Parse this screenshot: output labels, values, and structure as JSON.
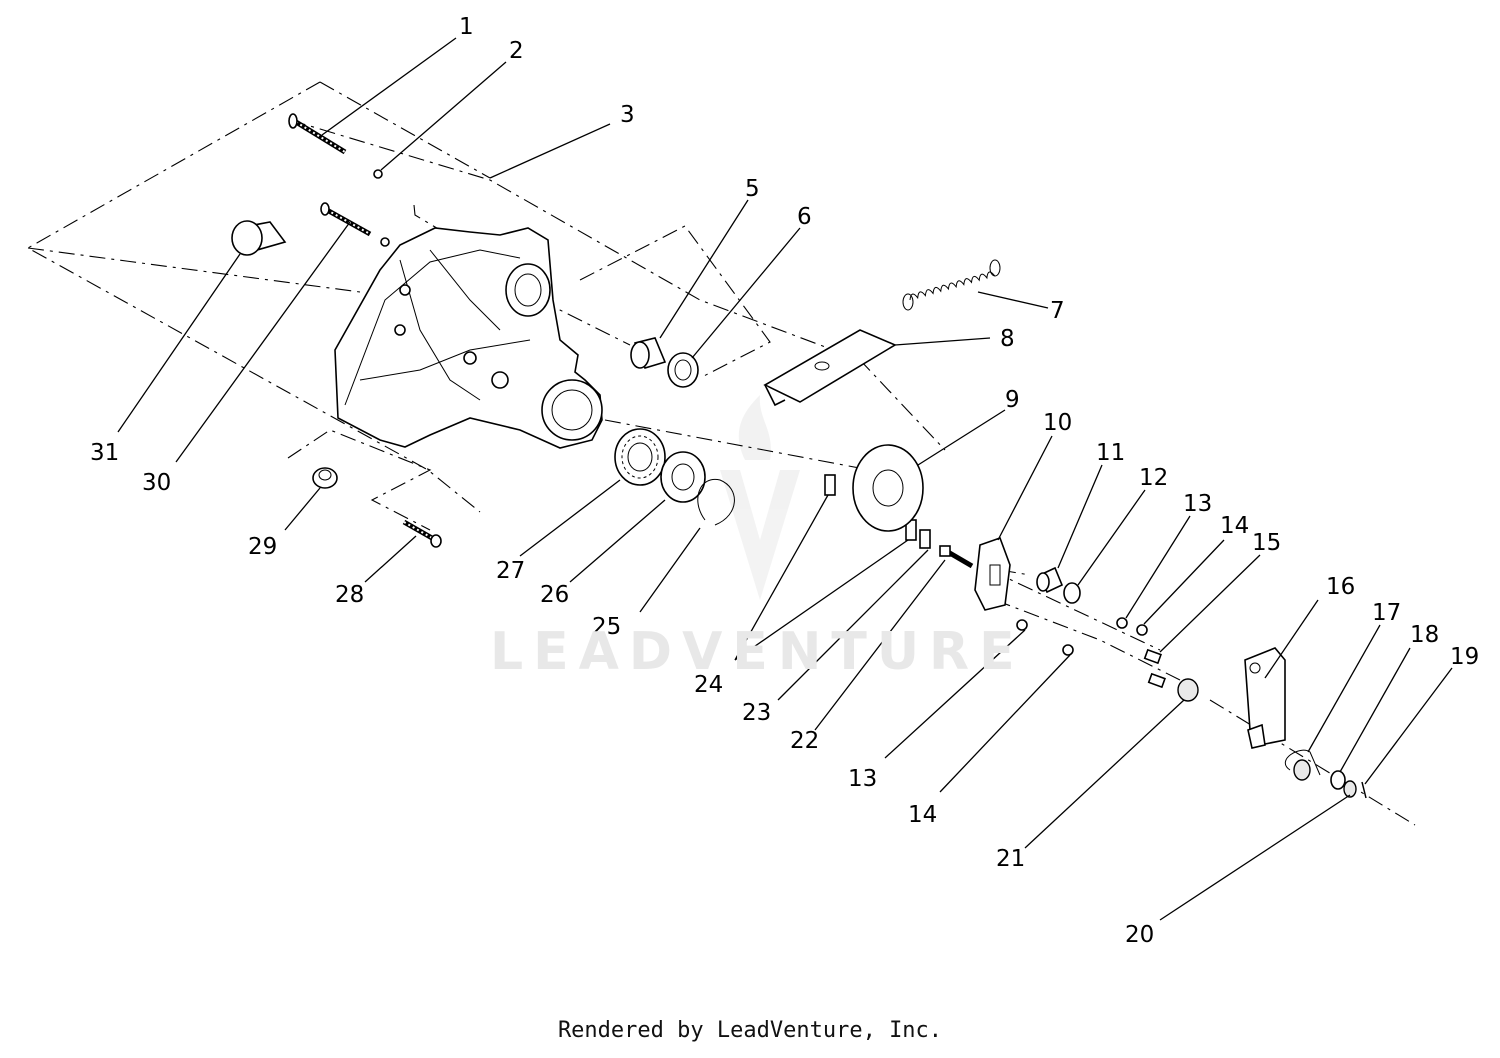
{
  "diagram": {
    "callouts": [
      "1",
      "2",
      "3",
      "5",
      "6",
      "7",
      "8",
      "9",
      "10",
      "11",
      "12",
      "13",
      "14",
      "15",
      "16",
      "17",
      "18",
      "19",
      "20",
      "21",
      "22",
      "23",
      "24",
      "25",
      "26",
      "27",
      "28",
      "29",
      "30",
      "31",
      "13",
      "14"
    ],
    "watermark": "LEADVENTURE",
    "footer": "Rendered by LeadVenture, Inc."
  }
}
